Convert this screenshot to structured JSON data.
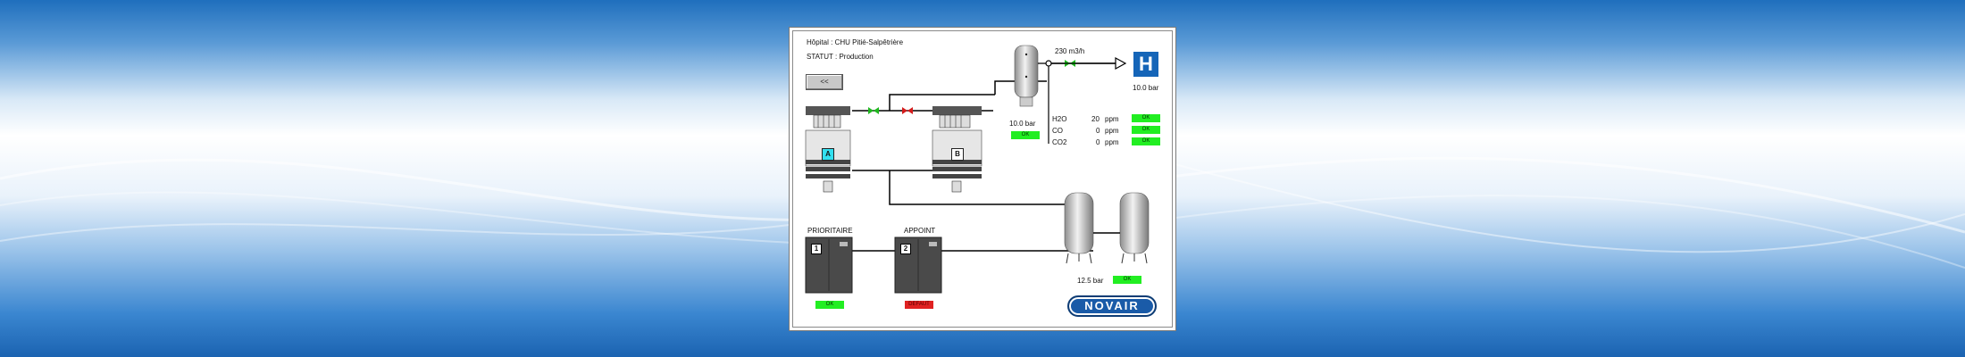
{
  "colors": {
    "ok": "#22ee22",
    "fault": "#e02222",
    "hospital_blue": "#1565b8",
    "brand_blue": "#1a5ba8"
  },
  "header": {
    "hospital_label": "Hôpital : CHU Pitié-Salpêtrière",
    "status_label": "STATUT : Production"
  },
  "controls": {
    "back_label": "<<"
  },
  "dryers": [
    {
      "id": "A"
    },
    {
      "id": "B"
    }
  ],
  "buffer_tank": {
    "pressure": "10.0 bar",
    "status": "OK"
  },
  "outlet": {
    "flow": "230 m3/h",
    "pressure": "10.0 bar",
    "icon": "hospital-h-icon",
    "icon_letter": "H"
  },
  "gases": [
    {
      "name": "H2O",
      "value": "20",
      "unit": "ppm",
      "status": "OK"
    },
    {
      "name": "CO",
      "value": "0",
      "unit": "ppm",
      "status": "OK"
    },
    {
      "name": "CO2",
      "value": "0",
      "unit": "ppm",
      "status": "OK"
    }
  ],
  "compressors": [
    {
      "label": "PRIORITAIRE",
      "number": "1",
      "status": "OK",
      "state": "ok"
    },
    {
      "label": "APPOINT",
      "number": "2",
      "status": "DEFAUT",
      "state": "fault"
    }
  ],
  "reservoirs": {
    "pressure": "12.5 bar",
    "status": "OK"
  },
  "brand": "NOVAIR"
}
